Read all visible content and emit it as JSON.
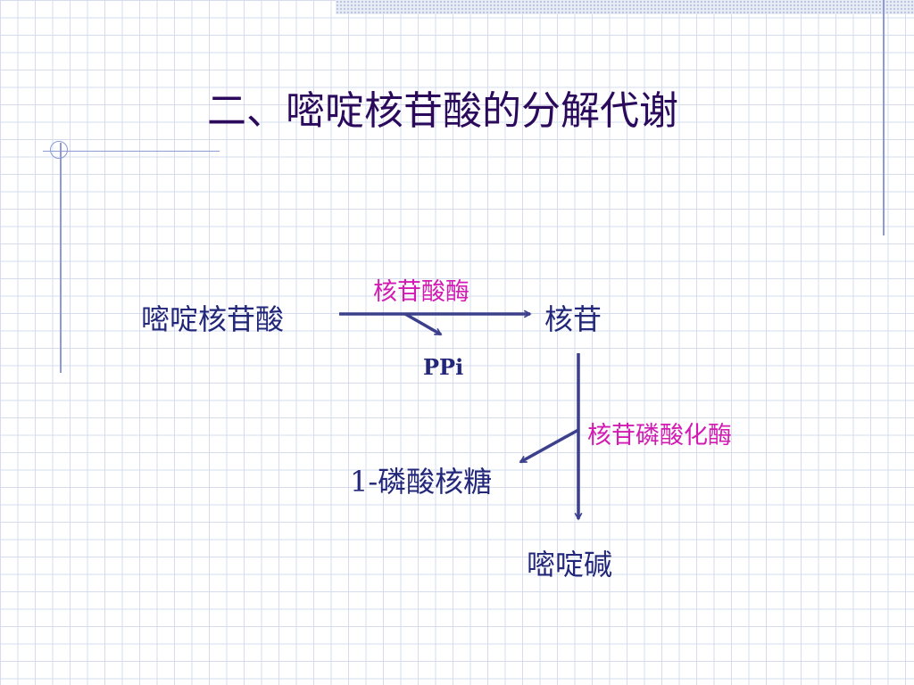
{
  "title": "二、嘧啶核苷酸的分解代谢",
  "diagram": {
    "substrate": "嘧啶核苷酸",
    "enzyme1": "核苷酸酶",
    "product1": "核苷",
    "byproduct1": "PPi",
    "enzyme2": "核苷磷酸化酶",
    "byproduct2": "1-磷酸核糖",
    "product2": "嘧啶碱"
  },
  "colors": {
    "arrow": "#3c3f8c",
    "node_text": "#22277a",
    "enzyme_text": "#d21bb2",
    "title_text": "#2b0a5c",
    "grid": "#d6dcec",
    "accent_line": "#8c9ad6"
  }
}
